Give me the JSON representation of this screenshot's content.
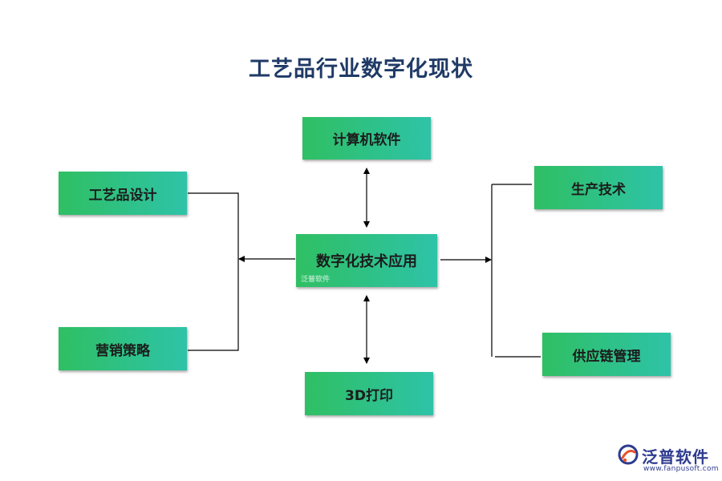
{
  "title": "工艺品行业数字化现状",
  "center": {
    "label": "数字化技术应用",
    "watermark": "泛普软件"
  },
  "top": {
    "label": "计算机软件"
  },
  "bottom": {
    "label": "3D打印"
  },
  "left": [
    {
      "label": "工艺品设计"
    },
    {
      "label": "营销策略"
    }
  ],
  "right": [
    {
      "label": "生产技术"
    },
    {
      "label": "供应链管理"
    }
  ],
  "logo": {
    "name": "泛普软件",
    "url": "www.fanpusoft.com",
    "text_color": "#2e3b8f",
    "accent_color": "#e8532b"
  },
  "colors": {
    "box_gradient_start": "#2fbf63",
    "box_gradient_end": "#2ec3a8",
    "title": "#1f3a66",
    "line": "#000000"
  }
}
